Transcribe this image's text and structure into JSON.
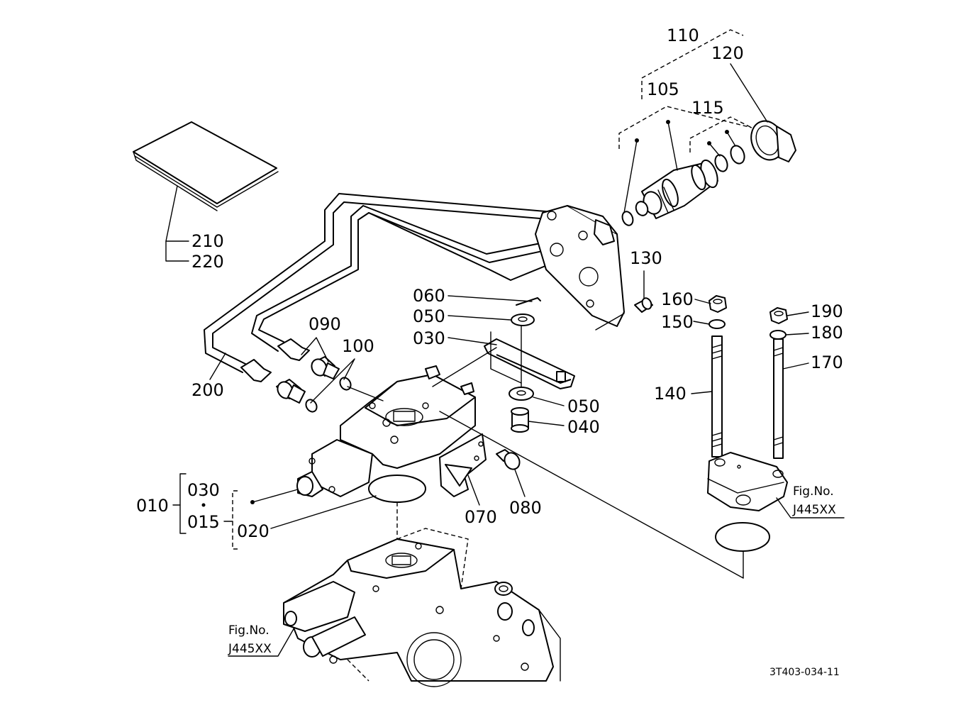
{
  "parts": {
    "p110": "110",
    "p120": "120",
    "p105": "105",
    "p115": "115",
    "p210": "210",
    "p220": "220",
    "p130": "130",
    "p060": "060",
    "p050a": "050",
    "p030a": "030",
    "p160": "160",
    "p150": "150",
    "p190": "190",
    "p180": "180",
    "p170": "170",
    "p090": "090",
    "p100": "100",
    "p200": "200",
    "p140": "140",
    "p050b": "050",
    "p040": "040",
    "p010": "010",
    "p030b": "030",
    "p015": "015",
    "p020": "020",
    "p070": "070",
    "p080": "080"
  },
  "figure_refs": {
    "right_label": "Fig.No.",
    "right_code": "J445XX",
    "left_label": "Fig.No.",
    "left_code": "J445XX"
  },
  "drawing_code": "3T403-034-11"
}
